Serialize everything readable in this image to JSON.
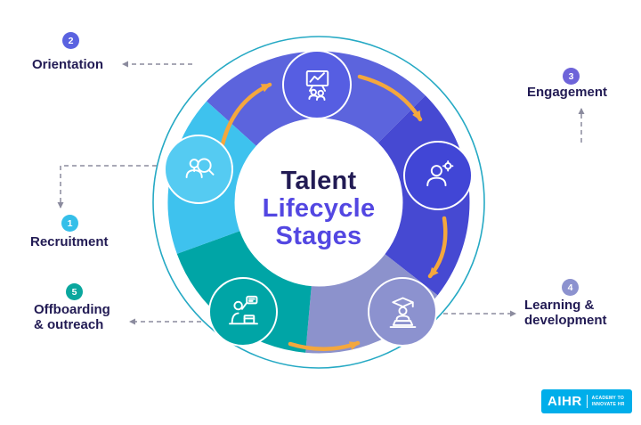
{
  "title": {
    "word1": "Talent",
    "word2": "Lifecycle",
    "word3": "Stages"
  },
  "stages": [
    {
      "number": "1",
      "label_lines": [
        "Recruitment"
      ],
      "icon": "magnifier-candidate-icon",
      "badge_color": "#35bfe9",
      "circle_color": "#55cbf2",
      "segment_color": "#3ec2ee"
    },
    {
      "number": "2",
      "label_lines": [
        "Orientation"
      ],
      "icon": "presentation-training-icon",
      "badge_color": "#5a62e0",
      "circle_color": "#565ee2",
      "segment_color": "#5c64dd"
    },
    {
      "number": "3",
      "label_lines": [
        "Engagement"
      ],
      "icon": "employee-gear-icon",
      "badge_color": "#6e64d9",
      "circle_color": "#4146d6",
      "segment_color": "#4649d2"
    },
    {
      "number": "4",
      "label_lines": [
        "Learning &",
        "development"
      ],
      "icon": "graduate-laptop-icon",
      "badge_color": "#8c92cf",
      "circle_color": "#8c92cf",
      "segment_color": "#8c92cc"
    },
    {
      "number": "5",
      "label_lines": [
        "Offboarding",
        "& outreach"
      ],
      "icon": "farewell-desk-icon",
      "badge_color": "#0aa79e",
      "circle_color": "#00a5a6",
      "segment_color": "#00a5a6"
    }
  ],
  "palette": {
    "flow_arrow": "#f4a73d",
    "connector_gray": "#8b8b9e",
    "outer_ring": "#25a9c4",
    "title_navy": "#221b54",
    "title_purple": "#5347e2",
    "logo_blue": "#00aeea"
  },
  "logo": {
    "brand": "AIHR",
    "tagline_line1": "ACADEMY TO",
    "tagline_line2": "INNOVATE HR"
  }
}
